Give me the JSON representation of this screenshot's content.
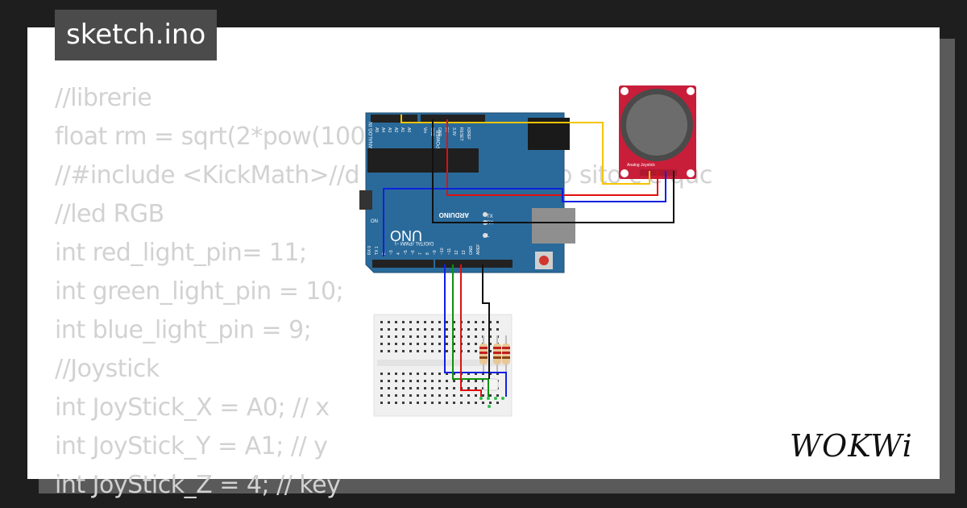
{
  "file_title": "sketch.ino",
  "code_lines": [
    "//librerie",
    "float rm = sqrt(2*pow(100",
    "//#include <KickMath>//d                       math.h su questo sito c'è quc",
    "//led RGB",
    "int red_light_pin= 11;",
    "int green_light_pin = 10;",
    "int blue_light_pin = 9;",
    "//Joystick",
    "int JoyStick_X = A0; // x",
    "int JoyStick_Y = A1; // y",
    "int JoyStick_Z = 4; // key"
  ],
  "board": {
    "brand": "ARDUINO",
    "model": "UNO",
    "digital_header": "DIGITAL (PWM ~)",
    "analog_header": "ANALOG IN",
    "power_header": "POWER",
    "analog_pins": [
      "A5",
      "A4",
      "A3",
      "A2",
      "A1",
      "A0"
    ],
    "power_pins": [
      "Vin",
      "GND",
      "GND",
      "5V",
      "3.3V",
      "RESET",
      "IOREF"
    ],
    "digital_pins": [
      "RX 0",
      "TX 1",
      "2",
      "~3",
      "4",
      "~5",
      "~6",
      "7",
      "8",
      "~9",
      "~10",
      "~11",
      "12",
      "13",
      "GND",
      "AREF"
    ],
    "leds": [
      "ON",
      "L",
      "TX",
      "RX"
    ]
  },
  "joystick_label": "Analog Joystick",
  "brand_logo": "WOKWi",
  "colors": {
    "background": "#1e1e1e",
    "card": "#ffffff",
    "code_text": "#d2d2d2",
    "board": "#2a6a9a",
    "joystick_board": "#c81e3a",
    "wire_yellow": "#f5c400",
    "wire_red": "#e01010",
    "wire_blue": "#1020e0",
    "wire_black": "#111111",
    "wire_green": "#109010"
  }
}
